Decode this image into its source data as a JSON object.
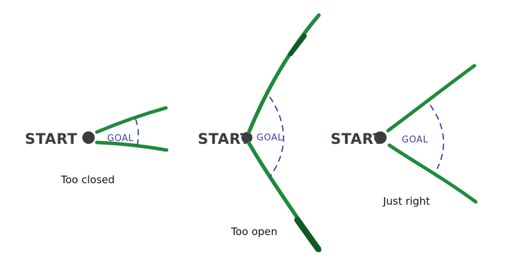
{
  "colors": {
    "ray": "#1f8a3c",
    "ray_dark": "#0f5a26",
    "arc": "#3b3ea8",
    "dot": "#3a3d3e"
  },
  "diagrams": [
    {
      "id": "closed",
      "start_label": "START",
      "goal_label": "GOAL",
      "caption": "Too closed"
    },
    {
      "id": "open",
      "start_label": "START",
      "goal_label": "GOAL",
      "caption": "Too open"
    },
    {
      "id": "right",
      "start_label": "START",
      "goal_label": "GOAL",
      "caption": "Just right"
    }
  ]
}
